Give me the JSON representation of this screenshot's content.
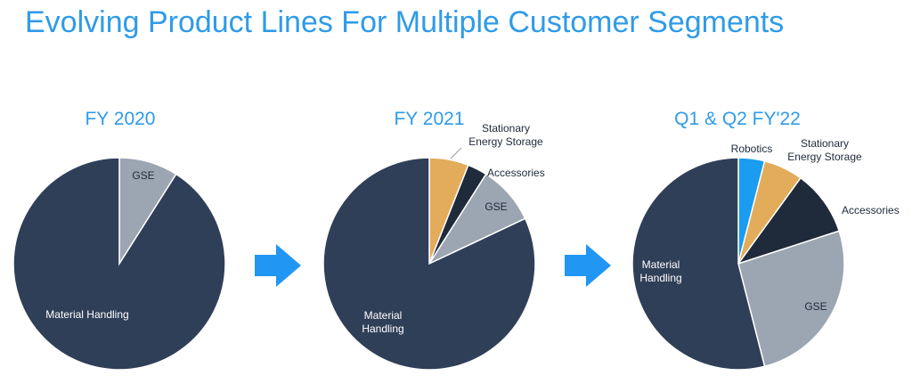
{
  "title": "Evolving Product Lines For Multiple Customer Segments",
  "colors": {
    "title": "#2f9be8",
    "material_handling": "#303f58",
    "gse": "#9ca5b2",
    "stationary_energy_storage": "#e2ac5a",
    "accessories": "#1f2a3b",
    "robotics": "#1a9cf0",
    "arrow": "#2196f3"
  },
  "chart_data": [
    {
      "type": "pie",
      "title": "FY 2020",
      "slices": [
        {
          "label": "GSE",
          "value": 9,
          "color": "#9ca5b2"
        },
        {
          "label": "Material Handling",
          "value": 91,
          "color": "#303f58"
        }
      ]
    },
    {
      "type": "pie",
      "title": "FY 2021",
      "slices": [
        {
          "label": "Stationary Energy Storage",
          "value": 6,
          "color": "#e2ac5a"
        },
        {
          "label": "Accessories",
          "value": 3,
          "color": "#1f2a3b"
        },
        {
          "label": "GSE",
          "value": 9,
          "color": "#9ca5b2"
        },
        {
          "label": "Material Handling",
          "value": 82,
          "color": "#303f58"
        }
      ]
    },
    {
      "type": "pie",
      "title": "Q1 & Q2 FY'22",
      "slices": [
        {
          "label": "Robotics",
          "value": 4,
          "color": "#1a9cf0"
        },
        {
          "label": "Stationary Energy Storage",
          "value": 6,
          "color": "#e2ac5a"
        },
        {
          "label": "Accessories",
          "value": 10,
          "color": "#1f2a3b"
        },
        {
          "label": "GSE",
          "value": 26,
          "color": "#9ca5b2"
        },
        {
          "label": "Material Handling",
          "value": 54,
          "color": "#303f58"
        }
      ]
    }
  ]
}
